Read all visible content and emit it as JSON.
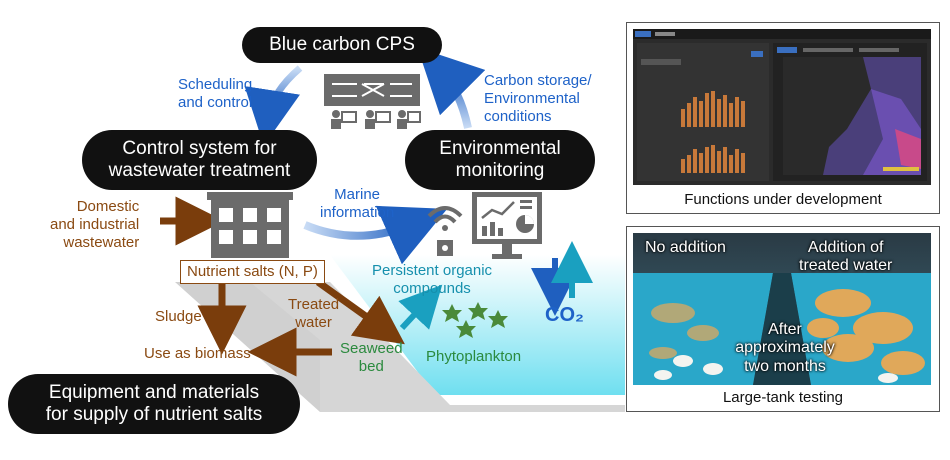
{
  "nodes": {
    "cps": "Blue carbon CPS",
    "control": [
      "Control system for",
      "wastewater treatment"
    ],
    "monitoring": [
      "Environmental",
      "monitoring"
    ],
    "equipment": [
      "Equipment and materials",
      "for supply of nutrient salts"
    ]
  },
  "labels": {
    "scheduling": [
      "Scheduling",
      "and control"
    ],
    "carbon": [
      "Carbon storage/",
      "Environmental",
      "conditions"
    ],
    "marine": [
      "Marine",
      "information"
    ],
    "domestic": [
      "Domestic",
      "and industrial",
      "wastewater"
    ],
    "nutrient": "Nutrient salts (N, P)",
    "sludge": "Sludge",
    "biomass": "Use as biomass",
    "treated": [
      "Treated",
      "water"
    ],
    "seaweed": [
      "Seaweed",
      "bed"
    ],
    "persistent": [
      "Persistent organic",
      "compounds"
    ],
    "phyto": "Phytoplankton",
    "co2": "CO₂"
  },
  "panels": {
    "functions": {
      "caption": "Functions under development"
    },
    "tank": {
      "caption": "Large-tank testing",
      "left": "No addition",
      "right": [
        "Addition of",
        "treated water"
      ],
      "center": [
        "After",
        "approximately",
        "two months"
      ]
    }
  },
  "colors": {
    "blue": "#1e62c8",
    "brown": "#8a4a12",
    "green": "#2b8a3e",
    "teal": "#1690ad",
    "sea": "#7fe3f3"
  }
}
